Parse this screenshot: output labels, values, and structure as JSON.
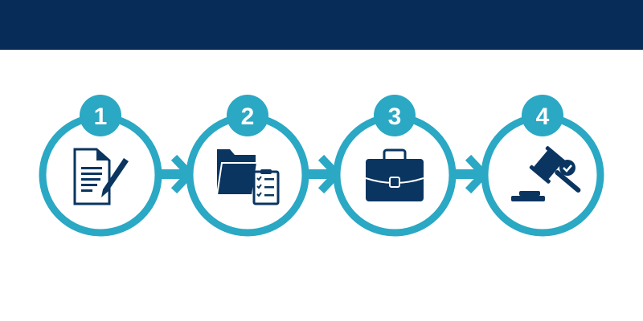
{
  "colors": {
    "header": "#062c57",
    "accent": "#2aa8c4",
    "icon": "#0a3560"
  },
  "steps": [
    {
      "number": "1",
      "icon": "document-pen-icon"
    },
    {
      "number": "2",
      "icon": "folder-checklist-icon"
    },
    {
      "number": "3",
      "icon": "briefcase-icon"
    },
    {
      "number": "4",
      "icon": "gavel-check-icon"
    }
  ]
}
